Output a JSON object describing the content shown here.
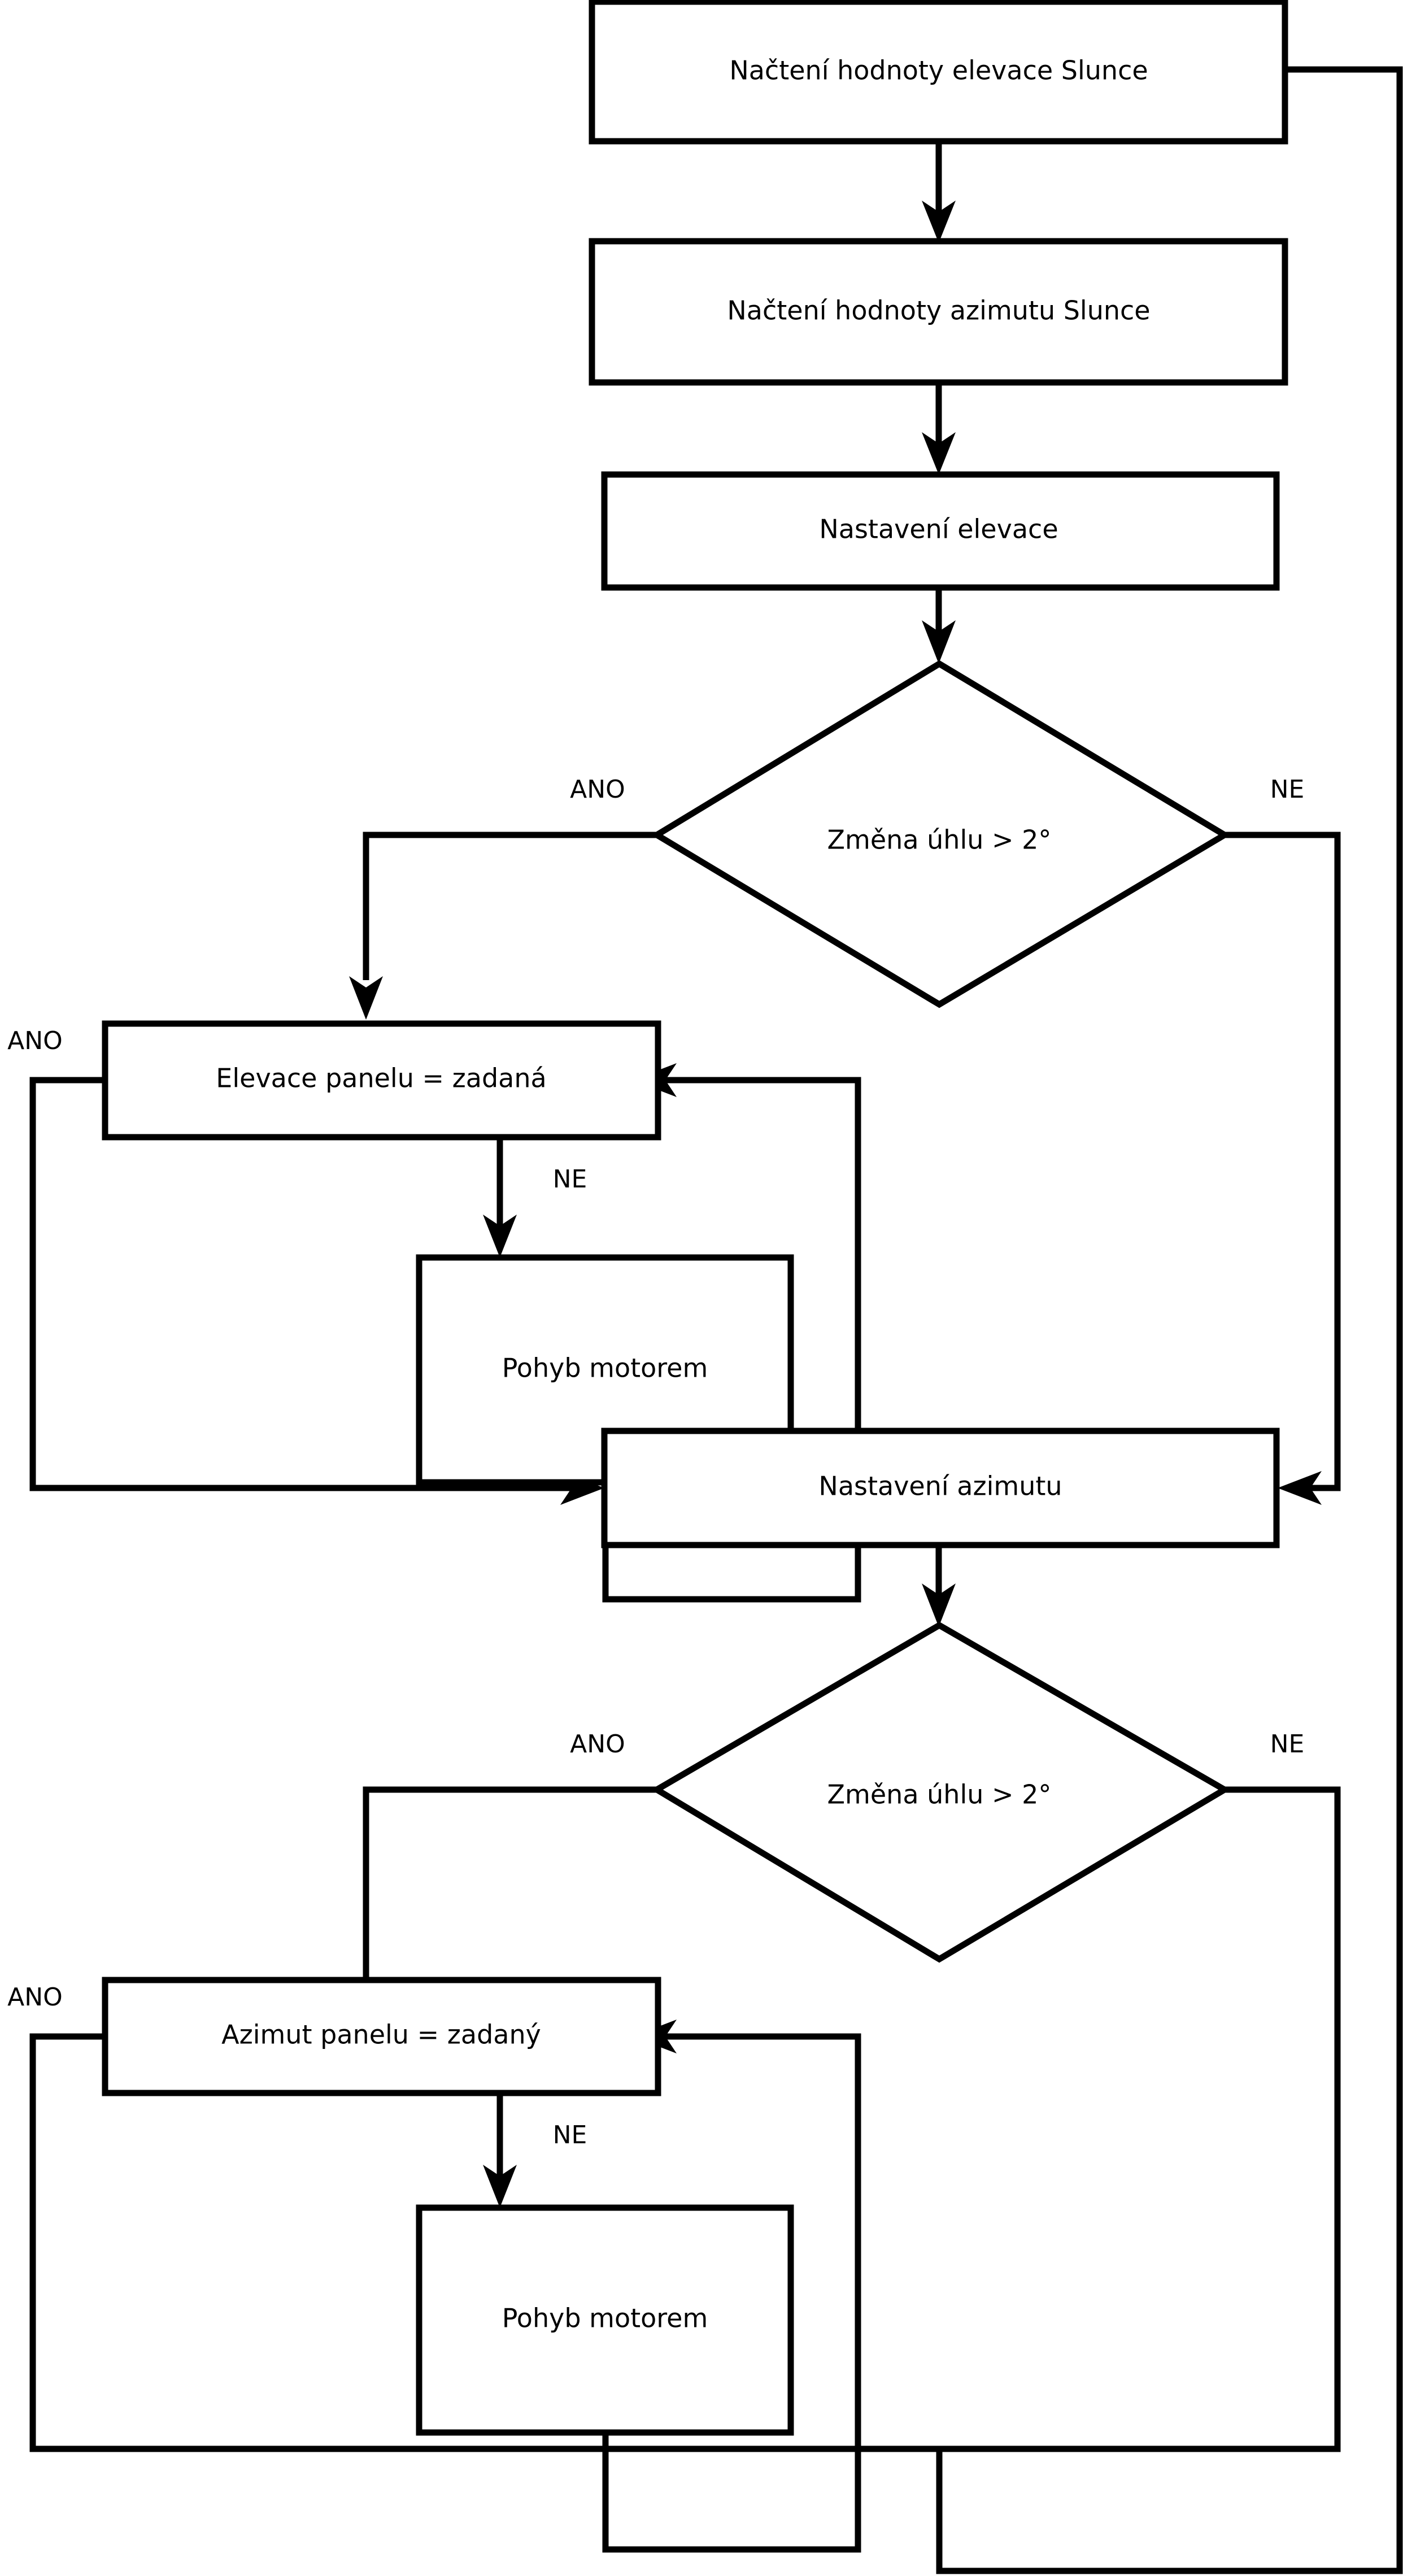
{
  "diagram": {
    "type": "flowchart",
    "language": "cs",
    "colors": {
      "stroke": "#000000",
      "fill": "#ffffff",
      "text": "#000000"
    },
    "nodes": [
      {
        "id": "n1",
        "shape": "process",
        "label": "Načtení hodnoty elevace Slunce"
      },
      {
        "id": "n2",
        "shape": "process",
        "label": "Načtení hodnoty azimutu Slunce"
      },
      {
        "id": "n3",
        "shape": "process",
        "label": "Nastavení elevace"
      },
      {
        "id": "n4",
        "shape": "decision",
        "label": "Změna úhlu > 2°"
      },
      {
        "id": "n5",
        "shape": "process",
        "label": "Elevace panelu = zadaná"
      },
      {
        "id": "n6",
        "shape": "process",
        "label": "Pohyb motorem"
      },
      {
        "id": "n7",
        "shape": "process",
        "label": "Nastavení azimutu"
      },
      {
        "id": "n8",
        "shape": "decision",
        "label": "Změna úhlu > 2°"
      },
      {
        "id": "n9",
        "shape": "process",
        "label": "Azimut panelu = zadaný"
      },
      {
        "id": "n10",
        "shape": "process",
        "label": "Pohyb motorem"
      }
    ],
    "edge_labels": {
      "d1_yes": "ANO",
      "d1_no": "NE",
      "n5_yes": "ANO",
      "n5_no": "NE",
      "d2_yes": "ANO",
      "d2_no": "NE",
      "n9_yes": "ANO",
      "n9_no": "NE"
    },
    "edges": [
      {
        "from": "n1",
        "to": "n2",
        "label": ""
      },
      {
        "from": "n2",
        "to": "n3",
        "label": ""
      },
      {
        "from": "n3",
        "to": "n4",
        "label": ""
      },
      {
        "from": "n4",
        "to": "n5",
        "label": "ANO"
      },
      {
        "from": "n4",
        "to": "n7",
        "label": "NE"
      },
      {
        "from": "n5",
        "to": "n6",
        "label": "NE"
      },
      {
        "from": "n5",
        "to": "n7",
        "label": "ANO"
      },
      {
        "from": "n6",
        "to": "n5",
        "label": ""
      },
      {
        "from": "n7",
        "to": "n8",
        "label": ""
      },
      {
        "from": "n8",
        "to": "n9",
        "label": "ANO"
      },
      {
        "from": "n8",
        "to": "n1",
        "label": "NE"
      },
      {
        "from": "n9",
        "to": "n10",
        "label": "NE"
      },
      {
        "from": "n9",
        "to": "n1",
        "label": "ANO"
      },
      {
        "from": "n10",
        "to": "n9",
        "label": ""
      }
    ]
  }
}
